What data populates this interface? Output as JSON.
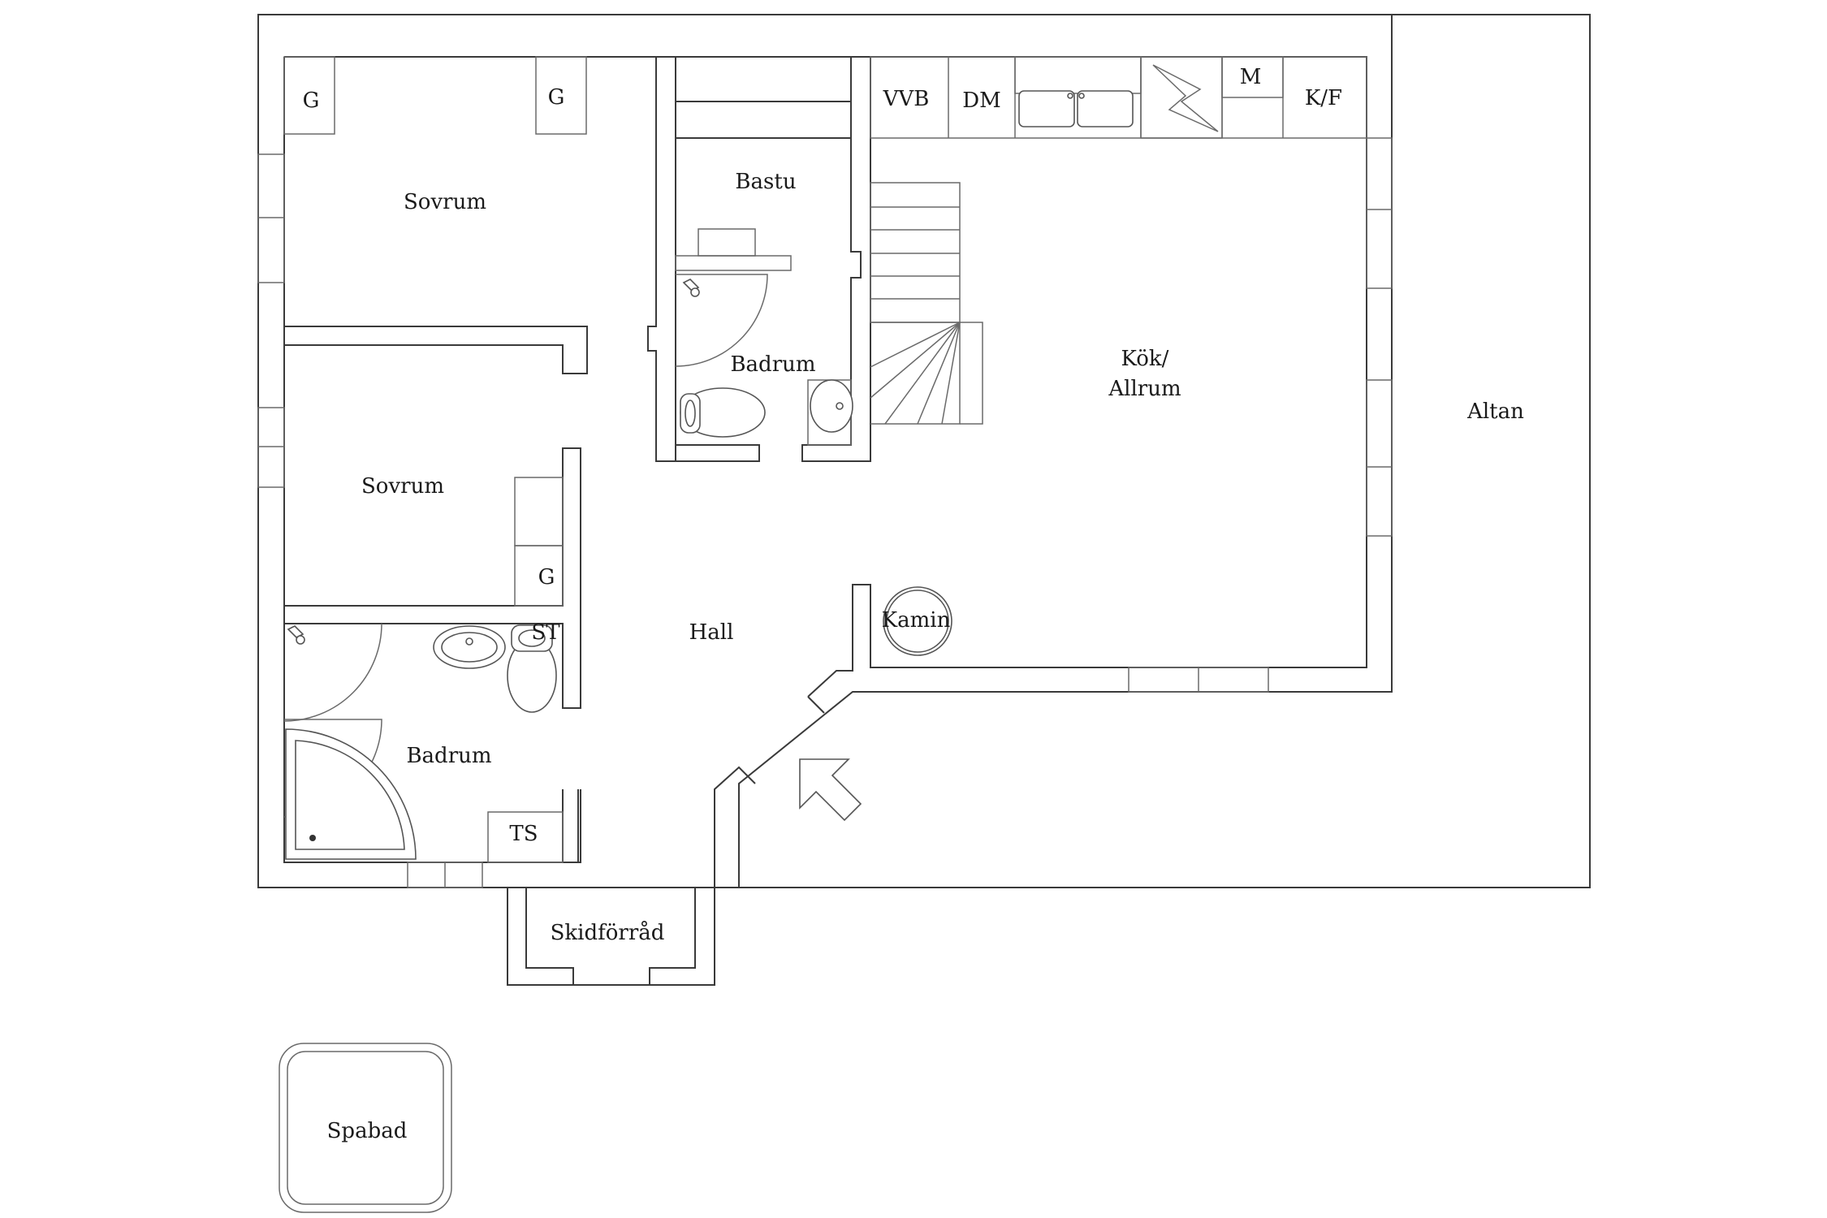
{
  "rooms": {
    "sovrum_top": "Sovrum",
    "sovrum_mid": "Sovrum",
    "bastu": "Bastu",
    "badrum_small": "Badrum",
    "kok_line1": "Kök/",
    "kok_line2": "Allrum",
    "altan": "Altan",
    "hall": "Hall",
    "badrum_large": "Badrum",
    "skidforrad": "Skidförråd",
    "spabad": "Spabad"
  },
  "fixtures": {
    "g1": "G",
    "g2": "G",
    "g3": "G",
    "vvb": "VVB",
    "dm": "DM",
    "m": "M",
    "kf": "K/F",
    "kamin": "Kamin",
    "st": "ST",
    "ts": "TS"
  }
}
